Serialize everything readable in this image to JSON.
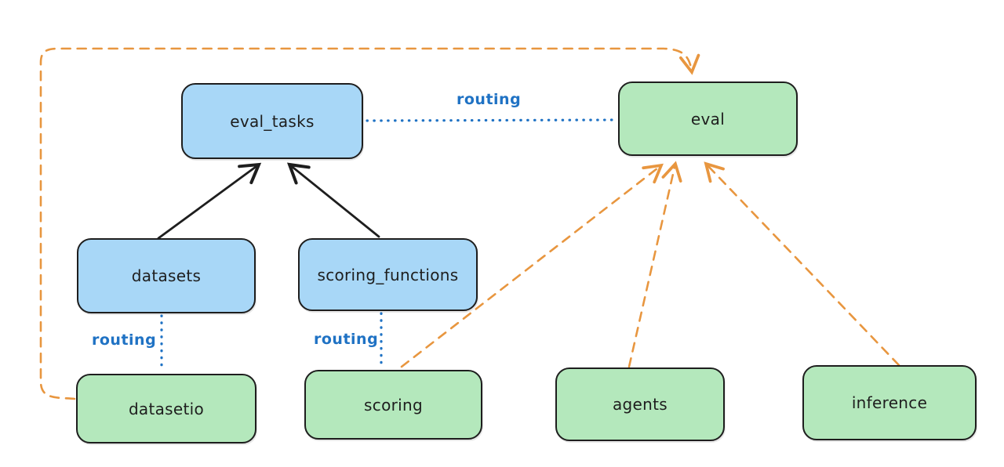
{
  "diagram": {
    "background": "#ffffff",
    "nodes": [
      {
        "id": "eval_tasks",
        "label": "eval_tasks",
        "fill": "blue"
      },
      {
        "id": "eval",
        "label": "eval",
        "fill": "green"
      },
      {
        "id": "datasets",
        "label": "datasets",
        "fill": "blue"
      },
      {
        "id": "scoring_functions",
        "label": "scoring_functions",
        "fill": "blue"
      },
      {
        "id": "datasetio",
        "label": "datasetio",
        "fill": "green"
      },
      {
        "id": "scoring",
        "label": "scoring",
        "fill": "green"
      },
      {
        "id": "agents",
        "label": "agents",
        "fill": "green"
      },
      {
        "id": "inference",
        "label": "inference",
        "fill": "green"
      }
    ],
    "edges": [
      {
        "from": "datasets",
        "to": "eval_tasks",
        "style": "solid-arrow",
        "color": "black",
        "label": ""
      },
      {
        "from": "scoring_functions",
        "to": "eval_tasks",
        "style": "solid-arrow",
        "color": "black",
        "label": ""
      },
      {
        "from": "eval_tasks",
        "to": "eval",
        "style": "dotted-line",
        "color": "blue",
        "label": "routing"
      },
      {
        "from": "datasets",
        "to": "datasetio",
        "style": "dotted-line",
        "color": "blue",
        "label": "routing"
      },
      {
        "from": "scoring_functions",
        "to": "scoring",
        "style": "dotted-line",
        "color": "blue",
        "label": "routing"
      },
      {
        "from": "datasetio",
        "to": "eval",
        "style": "dashed-arrow",
        "color": "orange",
        "label": ""
      },
      {
        "from": "scoring",
        "to": "eval",
        "style": "dashed-arrow",
        "color": "orange",
        "label": ""
      },
      {
        "from": "agents",
        "to": "eval",
        "style": "dashed-arrow",
        "color": "orange",
        "label": ""
      },
      {
        "from": "inference",
        "to": "eval",
        "style": "dashed-arrow",
        "color": "orange",
        "label": ""
      }
    ],
    "colors": {
      "node_blue_fill": "#a8d7f7",
      "node_green_fill": "#b4e8bc",
      "stroke": "#1e1e1e",
      "routing_blue": "#1f72c4",
      "orange": "#e8963f",
      "background": "#ffffff"
    }
  }
}
